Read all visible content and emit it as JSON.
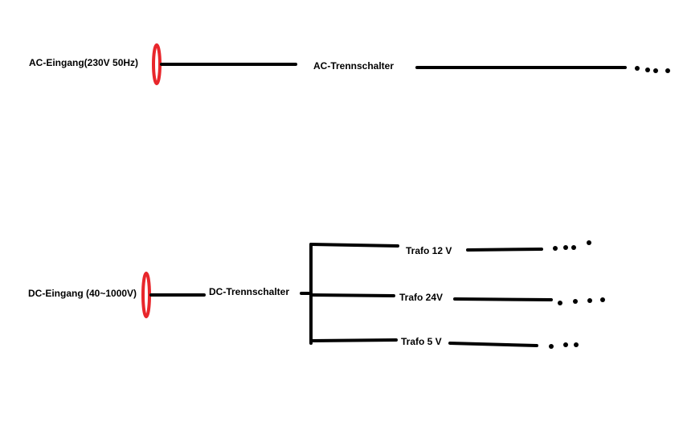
{
  "colors": {
    "line": "#000000",
    "connector": "#e8262b",
    "background": "#ffffff"
  },
  "ac": {
    "input_label": "AC-Eingang(230V 50Hz)",
    "switch_label": "AC-Trennschalter"
  },
  "dc": {
    "input_label": "DC-Eingang (40~1000V)",
    "switch_label": "DC-Trennschalter",
    "branches": [
      {
        "label": "Trafo 12 V"
      },
      {
        "label": "Trafo 24V"
      },
      {
        "label": "Trafo 5 V"
      }
    ]
  }
}
